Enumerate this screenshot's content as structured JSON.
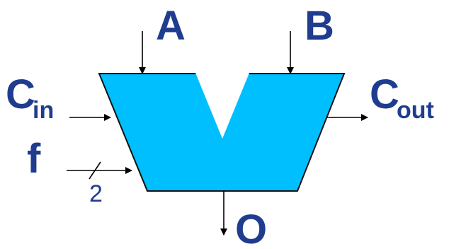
{
  "diagram": {
    "inputs": {
      "a": {
        "label": "A"
      },
      "b": {
        "label": "B"
      },
      "cin": {
        "base": "C",
        "sub": "in"
      },
      "f": {
        "label": "f",
        "bus_width": "2"
      }
    },
    "outputs": {
      "cout": {
        "base": "C",
        "sub": "out"
      },
      "o": {
        "label": "O"
      }
    },
    "colors": {
      "body_fill": "#00bfff",
      "body_stroke": "#111111",
      "label_text": "#1f3c8f",
      "wire": "#000000",
      "notch_fill": "#ffffff"
    }
  }
}
